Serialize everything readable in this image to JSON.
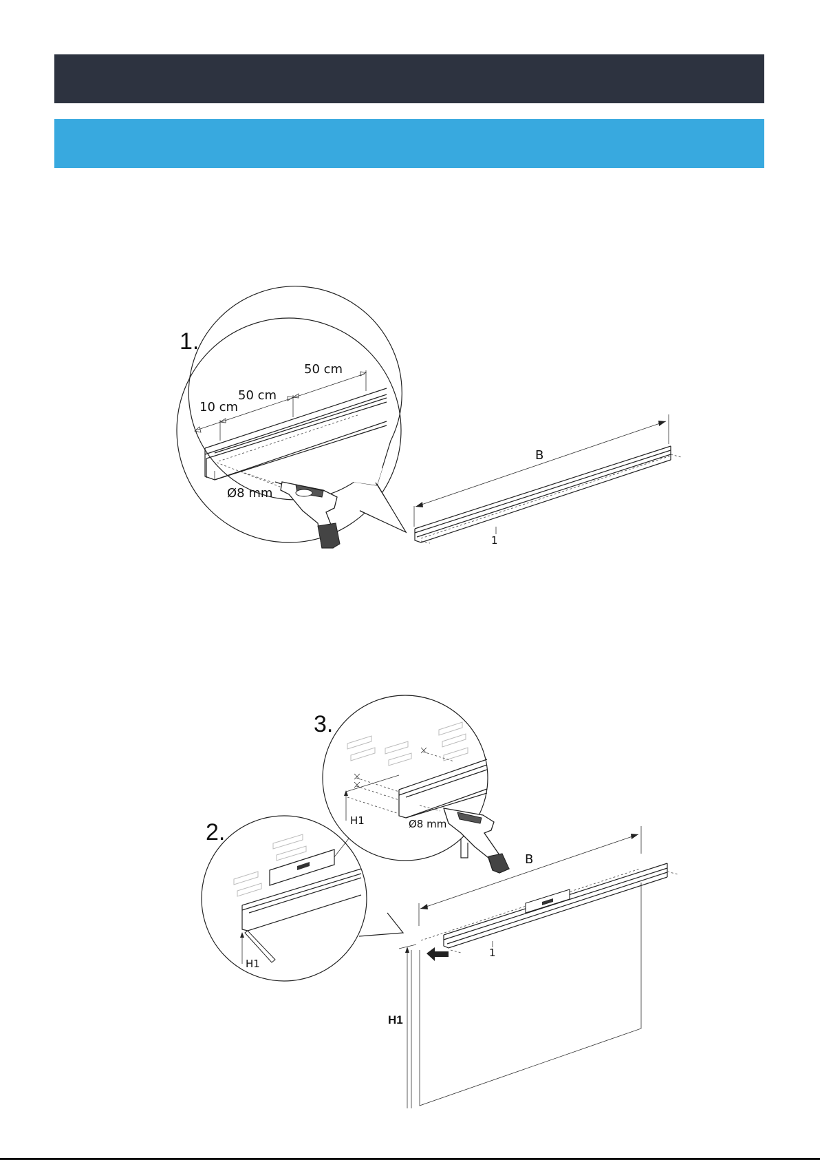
{
  "figure1": {
    "step": "1.",
    "dim_10": "10 cm",
    "dim_50a": "50 cm",
    "dim_50b": "50 cm",
    "drill": "Ø8 mm",
    "width": "B",
    "part": "1"
  },
  "figure2": {
    "step2": "2.",
    "step3": "3.",
    "h1_detail2": "H1",
    "h1_detail3": "H1",
    "drill": "Ø8 mm",
    "width": "B",
    "part": "1",
    "h1_main": "H1"
  }
}
